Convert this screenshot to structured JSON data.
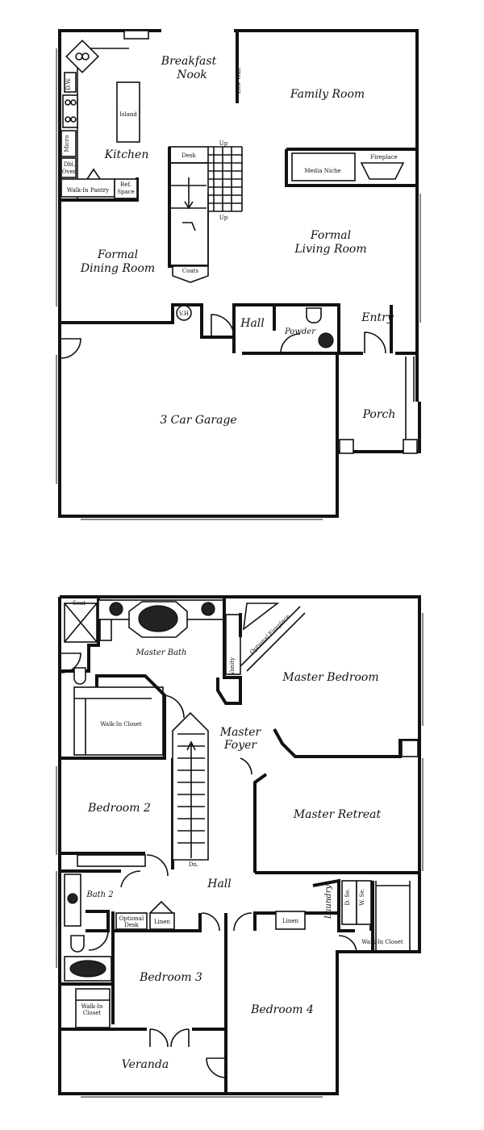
{
  "first_floor": {
    "breakfast_nook": [
      "Breakfast",
      "Nook"
    ],
    "family_room": "Family Room",
    "kitchen": "Kitchen",
    "island": "Island",
    "dw": "D.W.",
    "micro": "Micro",
    "dbl_oven": [
      "Dbl.",
      "Oven"
    ],
    "walkin_pantry": "Walk-In Pantry",
    "ref_space": [
      "Ref.",
      "Space"
    ],
    "desk": "Desk",
    "up_top": "Up",
    "up_bottom": "Up",
    "coats": "Coats",
    "fireplace": "Fireplace",
    "media_niche": "Media Niche",
    "low_wall": "Low Wall",
    "formal_dining": [
      "Formal",
      "Dining Room"
    ],
    "formal_living": [
      "Formal",
      "Living Room"
    ],
    "vh": "V.H",
    "hall": "Hall",
    "powder": "Powder",
    "entry": "Entry",
    "garage": "3 Car Garage",
    "porch": "Porch"
  },
  "second_floor": {
    "seat": "Seat",
    "master_bath": "Master Bath",
    "optional_fireplace": "Optional Fireplace",
    "vanity": "Vanity",
    "master_bedroom": "Master Bedroom",
    "walkin_closet_master": "Walk-In Closet",
    "master_foyer": [
      "Master",
      "Foyer"
    ],
    "bedroom2": "Bedroom 2",
    "master_retreat": "Master Retreat",
    "dn": "Dn.",
    "hall": "Hall",
    "bath2": "Bath 2",
    "laundry": "Laundry",
    "dw_label": "D. Se.",
    "ws_label": "W. Se.",
    "optional_desk": [
      "Optional",
      "Desk"
    ],
    "linen_left": "Linen",
    "linen_right": "Linen",
    "walkin_closet_right": "Walk-In Closet",
    "bedroom3": "Bedroom 3",
    "walkin_closet_small": [
      "Walk-In",
      "Closet"
    ],
    "bedroom4": "Bedroom 4",
    "veranda": "Veranda"
  }
}
